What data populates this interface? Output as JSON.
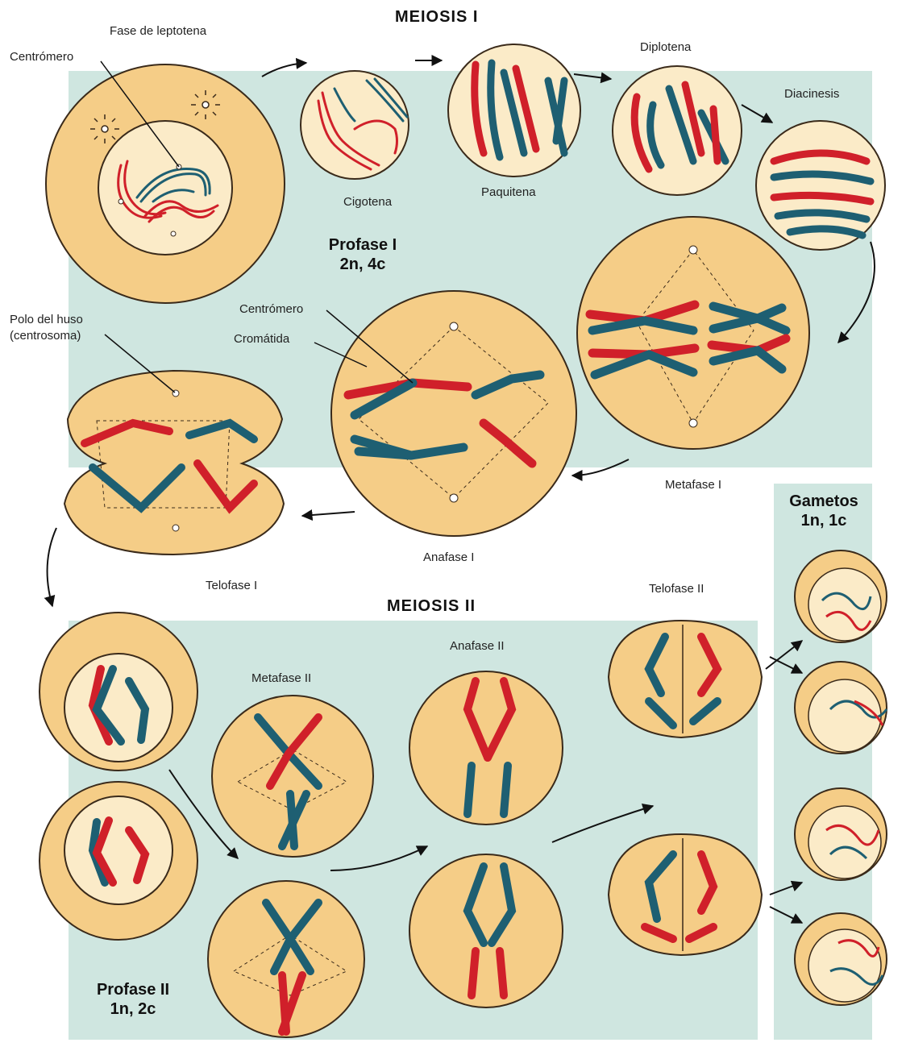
{
  "diagram": {
    "meiosis1_title": "MEIOSIS I",
    "meiosis2_title": "MEIOSIS II",
    "labels": {
      "leptotene": "Fase de leptotena",
      "centromere_top": "Centrómero",
      "zygotene": "Cigotena",
      "pachytene": "Paquitena",
      "diplotene": "Diplotena",
      "diakinesis": "Diacinesis",
      "prophase1_line1": "Profase I",
      "prophase1_line2": "2n, 4c",
      "spindle_pole_line1": "Polo del huso",
      "spindle_pole_line2": "(centrosoma)",
      "centromere_mid": "Centrómero",
      "chromatid": "Cromátida",
      "metaphase1": "Metafase I",
      "anaphase1": "Anafase I",
      "telophase1": "Telofase I",
      "metaphase2": "Metafase II",
      "anaphase2": "Anafase II",
      "telophase2": "Telofase II",
      "prophase2_line1": "Profase II",
      "prophase2_line2": "1n, 2c",
      "gametes_line1": "Gametos",
      "gametes_line2": "1n, 1c"
    },
    "colors": {
      "background_panel": "#cfe6e0",
      "cell_fill": "#f5cd87",
      "nucleus_fill": "#fbebc8",
      "outline": "#3a2a1a",
      "chromosome_red": "#d0202a",
      "chromosome_teal": "#1e5f72"
    }
  }
}
